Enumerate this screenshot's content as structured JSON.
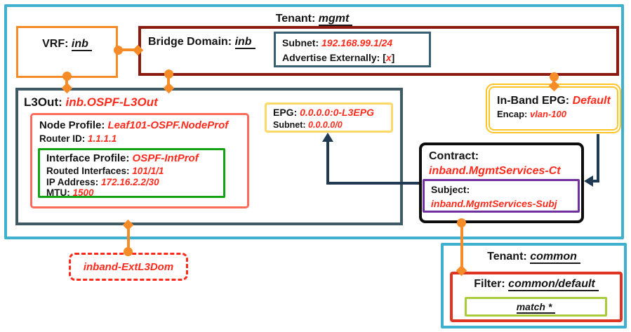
{
  "tenant_mgmt": {
    "label": "Tenant:",
    "name": "mgmt"
  },
  "vrf": {
    "label": "VRF:",
    "name": "inb"
  },
  "bridge_domain": {
    "label": "Bridge Domain:",
    "name": "inb",
    "subnet_label": "Subnet:",
    "subnet_value": "192.168.99.1/24",
    "advertise_label": "Advertise Externally:",
    "advertise_prefix": "[",
    "advertise_mark": "x",
    "advertise_suffix": "]"
  },
  "l3out": {
    "label": "L3Out:",
    "name": "inb.OSPF-L3Out"
  },
  "node_profile": {
    "label": "Node Profile:",
    "name": "Leaf101-OSPF.NodeProf",
    "router_id_label": "Router ID:",
    "router_id": "1.1.1.1"
  },
  "interface_profile": {
    "label": "Interface Profile:",
    "name": "OSPF-IntProf",
    "routed_label": "Routed Interfaces:",
    "routed_value": "101/1/1",
    "ip_label": "IP Address:",
    "ip_value": "172.16.2.2/30",
    "mtu_label": "MTU:",
    "mtu_value": "1500"
  },
  "epg": {
    "label": "EPG:",
    "name": "0.0.0.0:0-L3EPG",
    "subnet_label": "Subnet:",
    "subnet_value": "0.0.0.0/0"
  },
  "inband_epg": {
    "label": "In-Band EPG:",
    "name": "Default",
    "encap_label": "Encap:",
    "encap_value": "vlan-100"
  },
  "contract": {
    "label": "Contract:",
    "name": "inband.MgmtServices-Ct"
  },
  "subject": {
    "label": "Subject:",
    "name": "inband.MgmtServices-Subj"
  },
  "ext_l3dom": {
    "name": "inband-ExtL3Dom"
  },
  "tenant_common": {
    "label": "Tenant:",
    "name": "common"
  },
  "filter": {
    "label": "Filter:",
    "name": "common/default",
    "match_label": "match *"
  },
  "colors": {
    "tenant_border": "#3FB0CE",
    "vrf_border": "#F68C28",
    "bridge_domain_border": "#8B1A10",
    "subnet_border": "#376073",
    "l3out_border": "#3E5A64",
    "node_profile_border": "#FB6B5B",
    "interface_profile_border": "#12A212",
    "epg_border": "#FFD966",
    "inband_epg_border": "#FFC527",
    "contract_border": "#0D0D0D",
    "subject_border": "#7030A0",
    "ext_l3dom_border": "#FE2B1D",
    "filter_border": "#E03423",
    "match_border": "#A8CC3A",
    "connector": "#F68C28",
    "arrow": "#1F3A52",
    "highlight_text": "#FE2B1D"
  }
}
